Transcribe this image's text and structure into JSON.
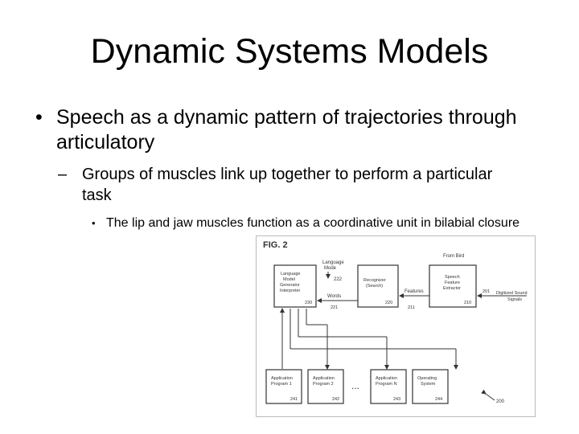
{
  "slide": {
    "title": "Dynamic Systems Models",
    "bullet1": "Speech as a dynamic pattern of trajectories through articulatory",
    "bullet1_marker": "•",
    "bullet2": "Groups of muscles link up together to perform a particular task",
    "bullet2_marker": "–",
    "bullet3": "The lip and jaw muscles function as a coordinative unit in bilabial closure",
    "bullet3_marker": "•"
  },
  "figure": {
    "label": "FIG. 2",
    "from_label": "From Bird",
    "language_mode": [
      "Language",
      "Mode"
    ],
    "language_mode_num": "222",
    "lm_box": [
      "Language",
      "Model",
      "Generator",
      "Interpreter"
    ],
    "lm_num": "230",
    "recognizer_box": [
      "Recognizer",
      "(Search)"
    ],
    "recognizer_num": "220",
    "speech_box": [
      "Speech",
      "Feature",
      "Extractor"
    ],
    "speech_num": "210",
    "words_label": "Words",
    "words_num": "221",
    "features_label": "Features",
    "features_num": "211",
    "signal_num": "201",
    "digitized": [
      "Digitized Sound",
      "Signals"
    ],
    "app1": [
      "Application",
      "Program 1"
    ],
    "app1_num": "241",
    "app2": [
      "Application",
      "Program 2"
    ],
    "app2_num": "242",
    "appn": [
      "Application",
      "Program N"
    ],
    "appn_num": "243",
    "os": [
      "Operating",
      "System"
    ],
    "os_num": "244",
    "ellipsis": "...",
    "ref_num": "200"
  }
}
